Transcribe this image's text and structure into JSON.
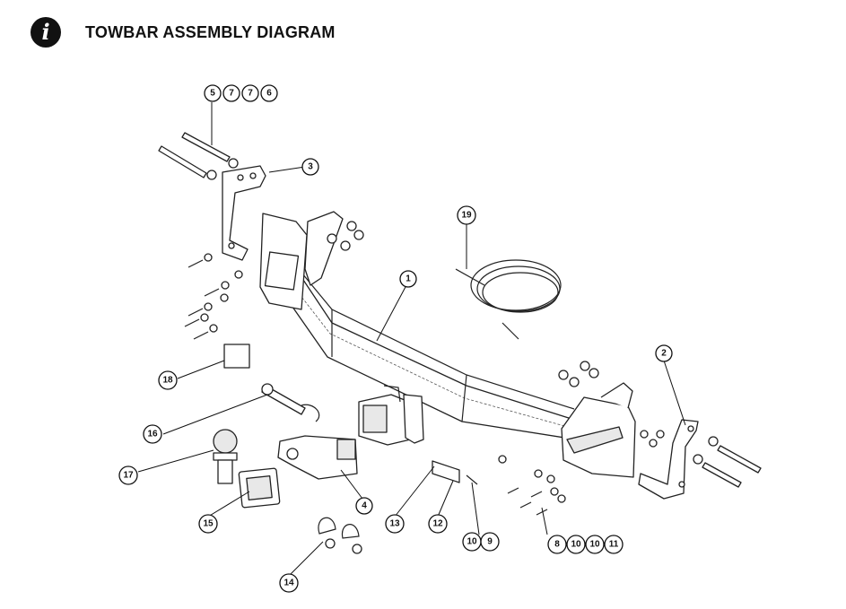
{
  "header": {
    "title": "TOWBAR ASSEMBLY DIAGRAM",
    "icon": "info-icon",
    "icon_glyph": "i"
  },
  "callouts": [
    {
      "id": "c5",
      "label": "5"
    },
    {
      "id": "c7a",
      "label": "7"
    },
    {
      "id": "c7b",
      "label": "7"
    },
    {
      "id": "c6",
      "label": "6"
    },
    {
      "id": "c3",
      "label": "3"
    },
    {
      "id": "c19",
      "label": "19"
    },
    {
      "id": "c1",
      "label": "1"
    },
    {
      "id": "c2",
      "label": "2"
    },
    {
      "id": "c18",
      "label": "18"
    },
    {
      "id": "c16",
      "label": "16"
    },
    {
      "id": "c17",
      "label": "17"
    },
    {
      "id": "c4",
      "label": "4"
    },
    {
      "id": "c15",
      "label": "15"
    },
    {
      "id": "c13",
      "label": "13"
    },
    {
      "id": "c12",
      "label": "12"
    },
    {
      "id": "c10a",
      "label": "10"
    },
    {
      "id": "c9",
      "label": "9"
    },
    {
      "id": "c8",
      "label": "8"
    },
    {
      "id": "c10b",
      "label": "10"
    },
    {
      "id": "c10c",
      "label": "10"
    },
    {
      "id": "c11",
      "label": "11"
    },
    {
      "id": "c14",
      "label": "14"
    }
  ]
}
